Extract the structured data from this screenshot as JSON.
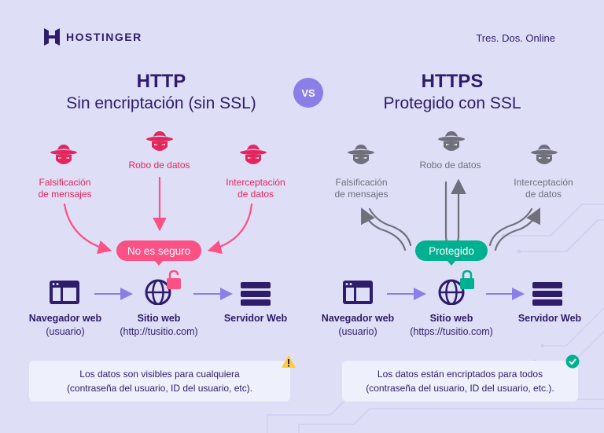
{
  "header": {
    "brand": "HOSTINGER",
    "signature": "Tres. Dos. Online"
  },
  "vs_label": "VS",
  "left": {
    "title": "HTTP",
    "subtitle": "Sin encriptación (sin SSL)",
    "threats": {
      "left": [
        "Falsificación",
        "de mensajes"
      ],
      "center": [
        "Robo de datos"
      ],
      "right": [
        "Interceptación",
        "de datos"
      ]
    },
    "badge": "No es seguro",
    "nodes": {
      "browser": {
        "title": "Navegador web",
        "sub": "(usuario)"
      },
      "site": {
        "title": "Sitio web",
        "sub": "(http://tusitio.com)"
      },
      "server": {
        "title": "Servidor Web"
      }
    },
    "note": [
      "Los datos son visibles para cualquiera",
      "(contraseña del usuario, ID del usuario, etc)."
    ],
    "colors": {
      "threat": "#e5265e",
      "badge": "#fc5185",
      "arrow": "#fc5185"
    }
  },
  "right": {
    "title": "HTTPS",
    "subtitle": "Protegido con SSL",
    "threats": {
      "left": [
        "Falsificación",
        "de mensajes"
      ],
      "center": [
        "Robo de datos"
      ],
      "right": [
        "Interceptación",
        "de datos"
      ]
    },
    "badge": "Protegido",
    "nodes": {
      "browser": {
        "title": "Navegador web",
        "sub": "(usuario)"
      },
      "site": {
        "title": "Sitio web",
        "sub": "(https://tusitio.com)"
      },
      "server": {
        "title": "Servidor Web"
      }
    },
    "note": [
      "Los datos están encriptados para todos",
      "(contraseña del usuario, ID del usuario, etc.)."
    ],
    "colors": {
      "threat": "#70707d",
      "badge": "#00b090",
      "arrow": "#70707d"
    }
  }
}
